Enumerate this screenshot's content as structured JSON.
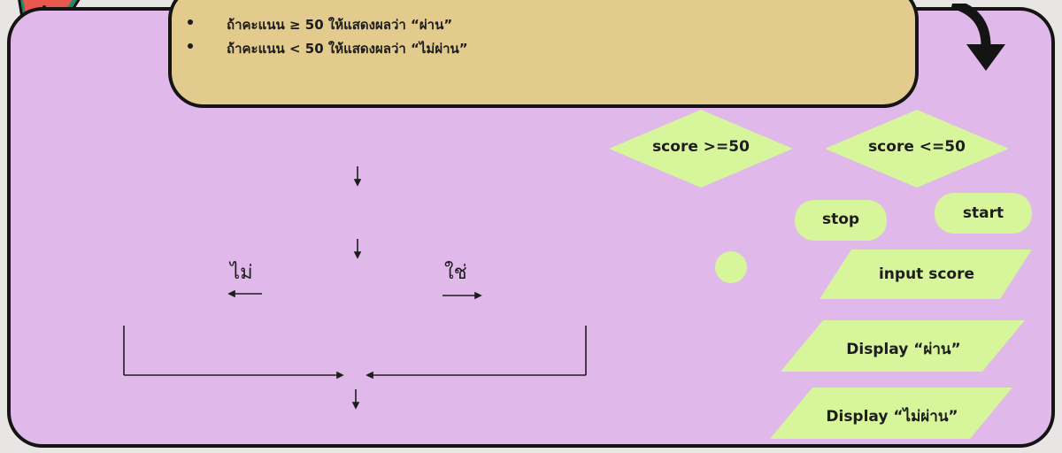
{
  "instructions": {
    "rules": [
      "ถ้าคะแนน ≥ 50 ให้แสดงผลว่า “ผ่าน”",
      "ถ้าคะแนน < 50 ให้แสดงผลว่า “ไม่ผ่าน”"
    ]
  },
  "flowchart": {
    "branch_no": "ไม่",
    "branch_yes": "ใช่"
  },
  "shapes": {
    "decision_ge": "score >=50",
    "decision_le": "score <=50",
    "terminal_stop": "stop",
    "terminal_start": "start",
    "input": "input score",
    "display_pass": "Display “ผ่าน”",
    "display_fail": "Display “ไม่ผ่าน”"
  },
  "colors": {
    "board": "#e0b8ea",
    "instruction_box": "#e2cb8d",
    "shape_fill": "#d7f59b",
    "outline": "#141414"
  }
}
